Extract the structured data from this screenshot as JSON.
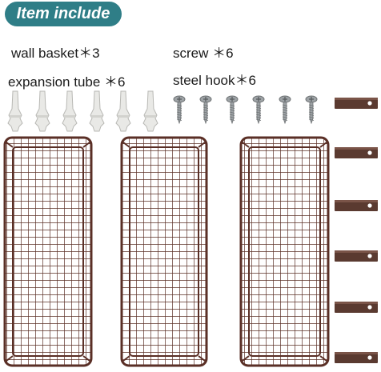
{
  "header": {
    "title": "Item include"
  },
  "items": {
    "wall_basket": "wall basket＊3",
    "expansion_tube": "expansion tube ＊6",
    "screw": "screw ＊6",
    "steel_hook": "steel hook＊6"
  },
  "icons": {
    "anchor": "expansion-tube-icon",
    "screw": "screw-icon",
    "hook": "steel-hook-icon",
    "basket": "wire-basket-icon"
  },
  "colors": {
    "badge": "#2f7e87",
    "basket": "#5a2f26",
    "hook": "#5a3a30",
    "anchor": "#e9e9e6",
    "screw": "#9ea3a6"
  }
}
